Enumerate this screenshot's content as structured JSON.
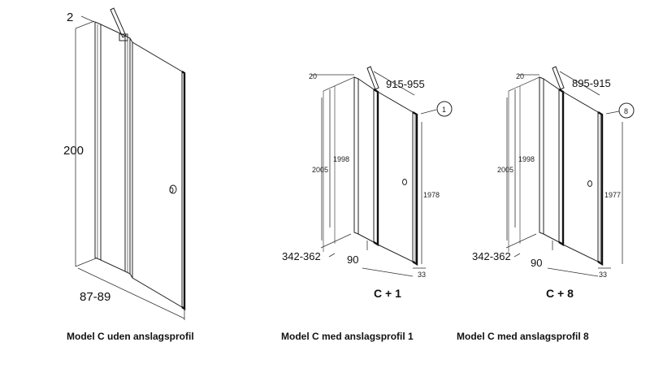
{
  "diagrams": [
    {
      "caption": "Model C uden anslagsprofil",
      "dims": {
        "top": "2",
        "height": "200",
        "width": "87-89"
      }
    },
    {
      "caption": "Model C med anslagsprofil 1",
      "code": "C + 1",
      "marker": "1",
      "dims": {
        "top": "20",
        "opening": "915-955",
        "outer_height": "2005",
        "inner_height": "1998",
        "profile_height": "1978",
        "side": "342-362",
        "depth": "90",
        "profile_width": "33"
      }
    },
    {
      "caption": "Model C med anslagsprofil 8",
      "code": "C + 8",
      "marker": "8",
      "dims": {
        "top": "20",
        "opening": "895-915",
        "outer_height": "2005",
        "inner_height": "1998",
        "profile_height": "1977",
        "side": "342-362",
        "depth": "90",
        "profile_width": "33"
      }
    }
  ]
}
